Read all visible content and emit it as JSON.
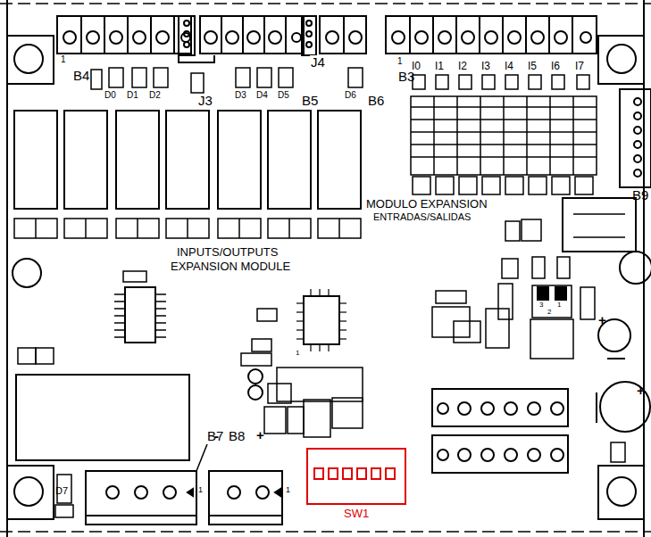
{
  "diagram": {
    "nodes": [
      {
        "text": [
          "SW1"
        ]
      }
    ],
    "labels": [
      "1",
      "B4",
      "D0",
      "D1",
      "D2",
      "J3",
      "D3",
      "D4",
      "D5",
      "B5",
      "J4",
      "D6",
      "B6",
      "1",
      "I0",
      "I1",
      "I2",
      "I3",
      "I4",
      "I5",
      "I6",
      "I7",
      "B3",
      "B9",
      "MODULO EXPANSION",
      "ENTRADAS/SALIDAS",
      "INPUTS/OUTPUTS",
      "EXPANSION MODULE",
      "1",
      "3",
      "1",
      "2",
      "+",
      "+",
      "D7",
      "B7",
      "-",
      "B8",
      "+",
      "1",
      "1"
    ]
  }
}
